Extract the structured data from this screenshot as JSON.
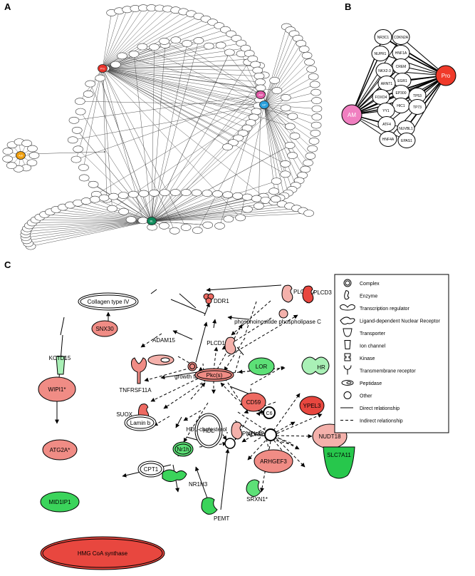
{
  "panels": {
    "a": "A",
    "b": "B",
    "c": "C"
  },
  "panel_a": {
    "hubs": [
      {
        "id": "pro",
        "label": "Pro",
        "color": "#e8322a"
      },
      {
        "id": "am",
        "label": "AM",
        "color": "#e05aa6"
      },
      {
        "id": "ep",
        "label": "EP",
        "color": "#2aa0dc"
      },
      {
        "id": "adi",
        "label": "Adi",
        "color": "#f0a010"
      },
      {
        "id": "bl",
        "label": "BL",
        "color": "#0e8a5a"
      }
    ]
  },
  "panel_b": {
    "hub_left": {
      "label": "AM",
      "color": "#f07fc0"
    },
    "hub_right": {
      "label": "Pro",
      "color": "#f03a2a"
    },
    "nodes": [
      "NR3C1",
      "CDKN2A",
      "NUPR1",
      "HNF1A",
      "CREM",
      "NKX2-3",
      "EGR1",
      "ARNT1",
      "EP300",
      "FOXO4",
      "HIC1",
      "YY1",
      "TP53",
      "TP73",
      "ATF4",
      "NUVBL1",
      "HNF4A",
      "EPAS1"
    ]
  },
  "panel_c": {
    "nodes": {
      "collagen": "Collagen type IV",
      "ddr1": "DDR1",
      "snx30": "SNX30",
      "adam15": "ADAM15",
      "plce1": "PLCE1",
      "plcd3": "PLCD3",
      "ppc": "phosphoinositide phospholipase C",
      "plcd1": "PLCD1",
      "gfr": "growth factor receptor",
      "kctd15": "KCTD15",
      "tnfrsf11a": "TNFRSF11A",
      "lor": "LOR",
      "hr": "HR",
      "wipi1": "WIPI1*",
      "pkc": "Pkc(s)",
      "cd59": "CD59",
      "c6": "C6",
      "ypel3": "YPEL3",
      "suox": "SUOX",
      "laminb": "Lamin b",
      "atg2a": "ATG2A*",
      "pnpla2": "PNPLA2",
      "nr1h": "Nr1h",
      "hdl": "HDL",
      "adrb": "ADRB",
      "nudt18": "NUDT18",
      "cpt1": "CPT1",
      "hdlchol": "HDL-cholesterol",
      "arhgef3": "ARHGEF3",
      "slc7a11": "SLC7A11",
      "mid1ip1": "MID1IP1",
      "nr1h3": "NR1H3",
      "pemt": "PEMT",
      "srxn1": "SRXN1*",
      "hmg": "HMG CoA synthase"
    },
    "legend": {
      "complex": "Complex",
      "enzyme": "Enzyme",
      "transcription": "Transcription regulator",
      "ligand": "Ligand-dependent Nuclear Receptor",
      "transporter": "Transporter",
      "ion": "Ion channel",
      "kinase": "Kinase",
      "tmr": "Transmembrane receptor",
      "peptidase": "Peptidase",
      "other": "Other",
      "direct": "Direct relationship",
      "indirect": "Indirect relationship"
    }
  }
}
